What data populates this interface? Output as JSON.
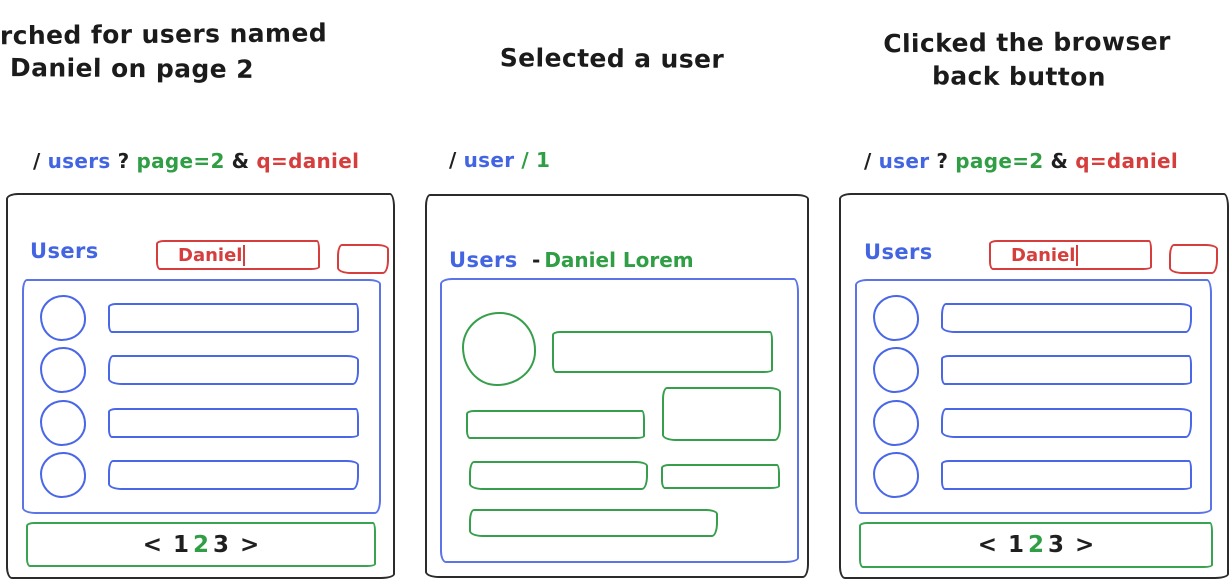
{
  "colors": {
    "ink": "#1f1f1f",
    "blue": "#4365e2",
    "green": "#2f9e44",
    "red": "#d63d3d",
    "window_border": "#2b2b2b"
  },
  "panels": [
    {
      "title_lines": [
        "Searched for users named",
        "Daniel on page 2"
      ],
      "url": {
        "segments": [
          {
            "text": "/",
            "color": "ink"
          },
          {
            "text": "users",
            "color": "blue"
          },
          {
            "text": "?",
            "color": "ink"
          },
          {
            "text": "page=2",
            "color": "green"
          },
          {
            "text": "&",
            "color": "ink"
          },
          {
            "text": "q=daniel",
            "color": "red"
          }
        ]
      },
      "window": {
        "heading": "Users",
        "search": {
          "value": "Daniel"
        },
        "list_row_count": 4,
        "pagination": {
          "prev": "<",
          "pages": [
            "1",
            "2",
            "3"
          ],
          "current_page": "2",
          "next": ">"
        }
      }
    },
    {
      "title_lines": [
        "Selected a user"
      ],
      "url": {
        "segments": [
          {
            "text": "/",
            "color": "ink"
          },
          {
            "text": "user",
            "color": "blue"
          },
          {
            "text": "/",
            "color": "green"
          },
          {
            "text": "1",
            "color": "green"
          }
        ]
      },
      "window": {
        "heading": "Users",
        "breadcrumb_separator": "-",
        "selected_user": "Daniel Lorem",
        "detail_shapes": [
          "avatar-circle",
          "name-bar",
          "side-box",
          "info-bar-1",
          "info-bar-2",
          "side-bar",
          "footer-bar"
        ]
      }
    },
    {
      "title_lines": [
        "Clicked the browser",
        "back button"
      ],
      "url": {
        "segments": [
          {
            "text": "/",
            "color": "ink"
          },
          {
            "text": "user",
            "color": "blue"
          },
          {
            "text": "?",
            "color": "ink"
          },
          {
            "text": "page=2",
            "color": "green"
          },
          {
            "text": "&",
            "color": "ink"
          },
          {
            "text": "q=daniel",
            "color": "red"
          }
        ]
      },
      "window": {
        "heading": "Users",
        "search": {
          "value": "Daniel"
        },
        "list_row_count": 4,
        "pagination": {
          "prev": "<",
          "pages": [
            "1",
            "2",
            "3"
          ],
          "current_page": "2",
          "next": ">"
        }
      }
    }
  ]
}
